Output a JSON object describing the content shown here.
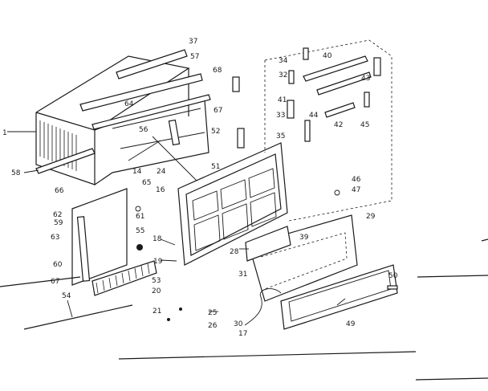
{
  "labels": {
    "l37": "37",
    "l57": "57",
    "l68": "68",
    "l64": "64",
    "l67": "67",
    "l56": "56",
    "l52": "52",
    "l1": "1",
    "l58": "58",
    "l66": "66",
    "l62": "62",
    "l59": "59",
    "l63": "63",
    "l60": "60",
    "l67b": "67",
    "l54": "54",
    "l14": "14",
    "l24": "24",
    "l51": "51",
    "l65": "65",
    "l16": "16",
    "l61": "61",
    "l55": "55",
    "l18": "18",
    "l19": "19",
    "l53": "53",
    "l20": "20",
    "l21": "21",
    "l25": "25",
    "l26": "26",
    "l34": "34",
    "l32": "32",
    "l40": "40",
    "l43": "43",
    "l41": "41",
    "l33": "33",
    "l35": "35",
    "l44": "44",
    "l42": "42",
    "l45": "45",
    "l46": "46",
    "l47": "47",
    "l29": "29",
    "l39": "39",
    "l28": "28",
    "l31": "31",
    "l50": "50",
    "l30": "30",
    "l17": "17",
    "l49": "49"
  }
}
